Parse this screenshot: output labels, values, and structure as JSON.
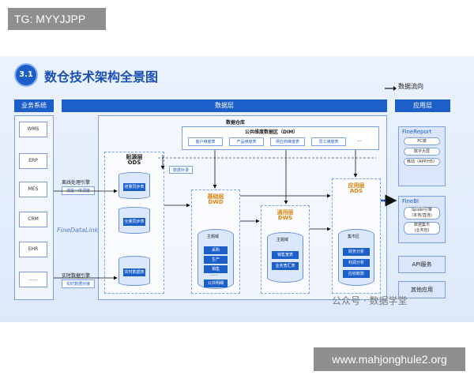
{
  "watermarks": {
    "top": "TG: MYYJJPP",
    "bottom": "www.mahjonghule2.org"
  },
  "diagram": {
    "number": "3.1",
    "title": "数仓技术架构全景图",
    "flow_legend": "数据流向",
    "headers": {
      "business": "业务系统",
      "data_layer": "数据层",
      "application": "应用层"
    },
    "business_systems": [
      "WMS",
      "ERP",
      "MES",
      "CRM",
      "EHR",
      "......"
    ],
    "warehouse_title": "数据仓库",
    "dim_title": "公共维度数据区（DIM）",
    "dim_items": [
      "客户维度表",
      "产品维度表",
      "供应商维度表",
      "员工维度表",
      "..."
    ],
    "offline": {
      "label": "离线处理引擎",
      "tag": "流批一体调度"
    },
    "realtime": {
      "label": "实时数据引擎",
      "tag": "实时数据对接"
    },
    "fdl": "FineDataLink",
    "data_supplement": "数据补录",
    "ods": {
      "title": "贴源层",
      "subtitle": "ODS",
      "cylinders": [
        "增量同步表",
        "全量同步表",
        "实时数据表"
      ]
    },
    "dwd": {
      "title": "基础层",
      "subtitle": "DWD",
      "cyl_tag": "主题域",
      "items": [
        "采购",
        "生产",
        "销售",
        "......",
        "公共明细"
      ]
    },
    "dws": {
      "title": "通用层",
      "subtitle": "DWS",
      "cyl_tag": "主题域",
      "items": [
        "销售宽表",
        "业务宽汇表"
      ]
    },
    "ads": {
      "title": "应用层",
      "subtitle": "ADS",
      "cyl_tag": "集市区",
      "items": [
        "财务分析",
        "利润分析",
        "应收账款"
      ]
    },
    "apps": {
      "finereport": {
        "name": "FineReport",
        "items": [
          "PC端",
          "数字大屏",
          "移动（APP/H5）"
        ]
      },
      "finebi": {
        "name": "FineBI",
        "items": [
          "Spider引擎\n(本地/直连)",
          "数据集市\n(业务包)"
        ]
      },
      "api": "API服务",
      "other": "其他应用"
    },
    "gzh": "公众号 · 数据学堂"
  }
}
